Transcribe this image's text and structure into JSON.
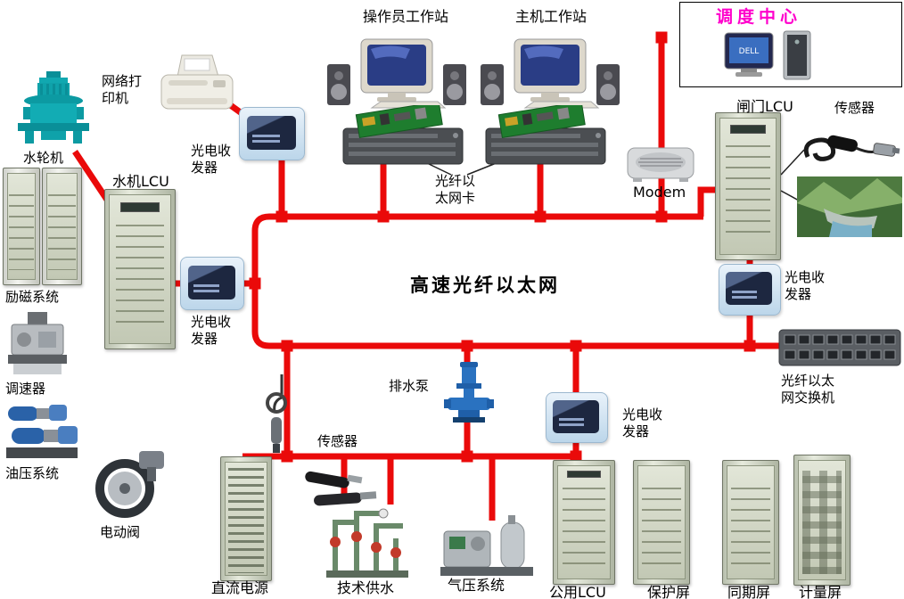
{
  "diagram": {
    "bus_title": "高速光纤以太网",
    "colors": {
      "bus_line": "#ea0a0a",
      "dispatch_text": "#ff00cc"
    }
  },
  "labels": {
    "operator_workstation": "操作员工作站",
    "host_workstation": "主机工作站",
    "dispatch_center": "调度中心",
    "dell": "DELL",
    "network_printer": "网络打印机",
    "turbine": "水轮机",
    "hydro_lcu": "水机LCU",
    "transceiver": "光电收发器",
    "fiber_nic": "光纤以太网卡",
    "modem": "Modem",
    "gate_lcu": "闸门LCU",
    "sensor": "传感器",
    "excitation_system": "励磁系统",
    "governor": "调速器",
    "oil_pressure_system": "油压系统",
    "electric_valve": "电动阀",
    "drain_pump": "排水泵",
    "dc_power": "直流电源",
    "tech_water_supply": "技术供水",
    "air_pressure_system": "气压系统",
    "common_lcu": "公用LCU",
    "protection_panel": "保护屏",
    "sync_panel": "同期屏",
    "metering_panel": "计量屏",
    "fiber_switch": "光纤以太网交换机"
  }
}
